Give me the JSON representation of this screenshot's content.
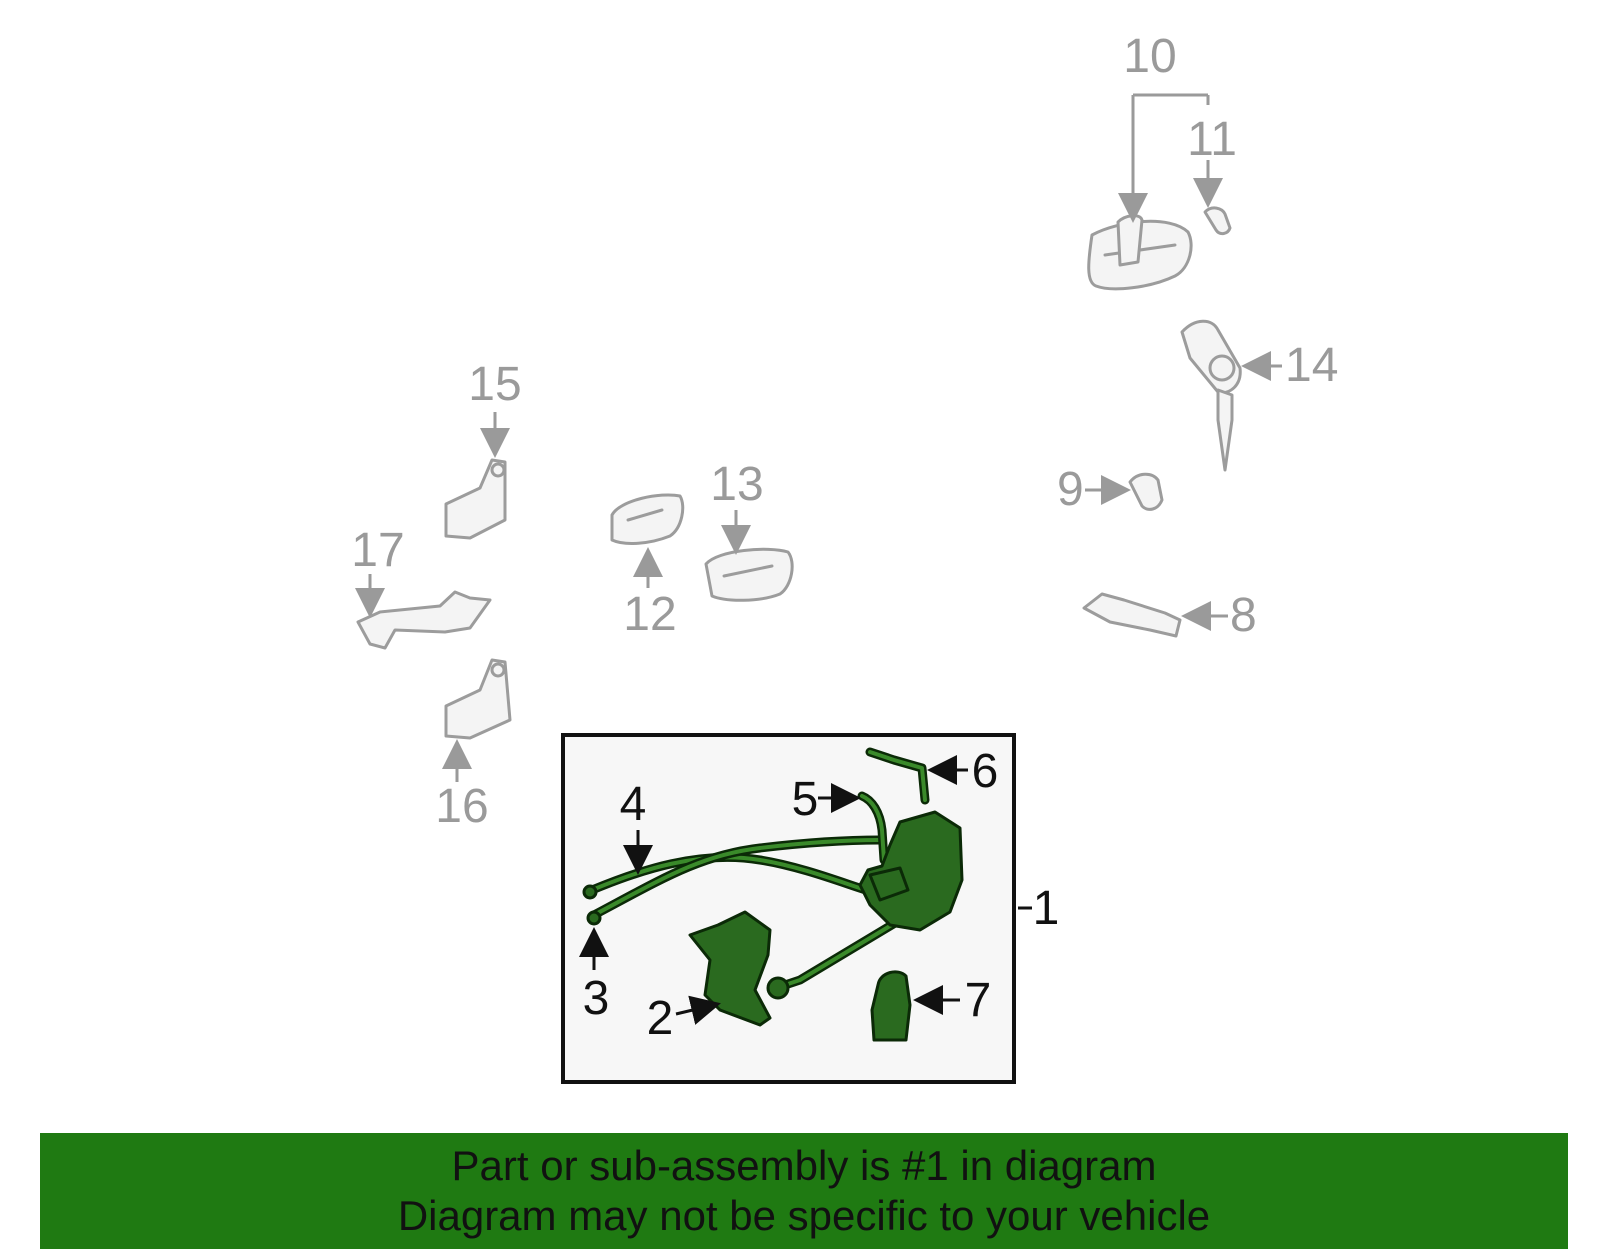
{
  "callouts": {
    "c1": "1",
    "c2": "2",
    "c3": "3",
    "c4": "4",
    "c5": "5",
    "c6": "6",
    "c7": "7",
    "c8": "8",
    "c9": "9",
    "c10": "10",
    "c11": "11",
    "c12": "12",
    "c13": "13",
    "c14": "14",
    "c15": "15",
    "c16": "16",
    "c17": "17"
  },
  "banner": {
    "line1": "Part or sub-assembly is #1 in diagram",
    "line2": "Diagram may not be specific to your vehicle"
  },
  "colors": {
    "highlight_parts": "#2a6a1f",
    "background_parts": "#9c9c9c",
    "banner": "#1f7a12"
  }
}
